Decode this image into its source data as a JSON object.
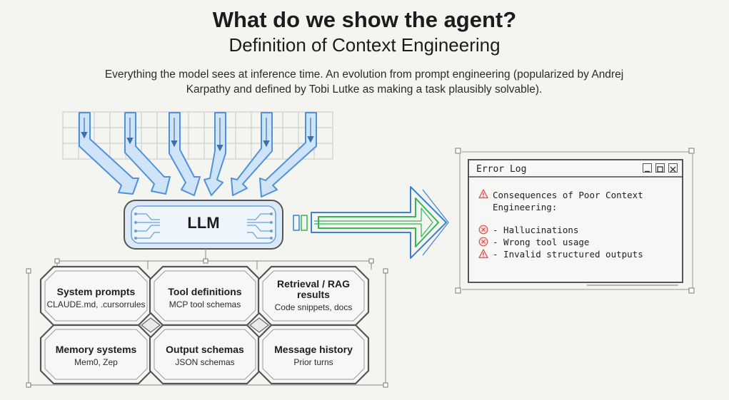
{
  "header": {
    "title": "What do we show the agent?",
    "subtitle": "Definition of Context Engineering",
    "description": "Everything the model sees at inference time. An evolution from prompt engineering (popularized by Andrej Karpathy and defined by Tobi Lutke as making a task plausibly solvable)."
  },
  "llm": {
    "label": "LLM"
  },
  "nodes": [
    {
      "title": "System prompts",
      "subtitle": "CLAUDE.md, .cursorrules"
    },
    {
      "title": "Tool definitions",
      "subtitle": "MCP tool schemas"
    },
    {
      "title": "Retrieval / RAG results",
      "subtitle": "Code snippets, docs"
    },
    {
      "title": "Memory systems",
      "subtitle": "Mem0, Zep"
    },
    {
      "title": "Output schemas",
      "subtitle": "JSON schemas"
    },
    {
      "title": "Message history",
      "subtitle": "Prior turns"
    }
  ],
  "error_log": {
    "window_title": "Error Log",
    "heading": "Consequences of Poor Context Engineering:",
    "items": [
      {
        "text": "- Hallucinations",
        "icon": "x-circle-icon"
      },
      {
        "text": "- Wrong tool usage",
        "icon": "x-circle-icon"
      },
      {
        "text": "- Invalid structured outputs",
        "icon": "warning-icon"
      }
    ]
  },
  "colors": {
    "input_arrow": "#5aa0e6",
    "input_fill": "#cfe4f8",
    "output_arrow_blue": "#3b82d6",
    "output_arrow_green": "#35b558",
    "warning_red": "#d9534f"
  }
}
